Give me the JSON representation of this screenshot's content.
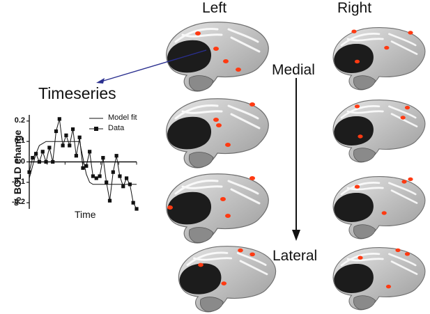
{
  "labels": {
    "left": "Left",
    "right": "Right",
    "medial": "Medial",
    "lateral": "Lateral",
    "timeseries": "Timeseries",
    "ylabel": "% BOLD change",
    "xlabel": "Time"
  },
  "legend": {
    "model_fit": "Model fit",
    "data": "Data"
  },
  "colors": {
    "arrow": "#2a2f8f",
    "activation": "#ff3a12",
    "brain_dark": "#1c1c1c",
    "brain_light": "#d8d8d8"
  },
  "chart_data": {
    "type": "line",
    "title": "Timeseries",
    "xlabel": "Time",
    "ylabel": "% BOLD change",
    "ylim": [
      -0.22,
      0.22
    ],
    "yticks": [
      "0.2",
      "0.1",
      "0.0",
      "-0.1",
      "-0.2"
    ],
    "ytick_values": [
      0.2,
      0.1,
      0.0,
      -0.1,
      -0.2
    ],
    "series": [
      {
        "name": "Data",
        "values": [
          -0.05,
          0.02,
          0.04,
          0.0,
          0.05,
          0.0,
          0.07,
          0.0,
          0.15,
          0.21,
          0.08,
          0.13,
          0.08,
          0.16,
          0.03,
          0.12,
          -0.03,
          -0.02,
          0.05,
          -0.07,
          -0.08,
          -0.07,
          0.02,
          -0.1,
          -0.19,
          -0.05,
          0.03,
          -0.07,
          -0.12,
          -0.08,
          -0.11,
          -0.2,
          -0.23
        ]
      },
      {
        "name": "Model fit",
        "values": [
          -0.08,
          -0.02,
          0.04,
          0.08,
          0.09,
          0.1,
          0.1,
          0.1,
          0.1,
          0.1,
          0.1,
          0.1,
          0.1,
          0.1,
          0.1,
          0.1,
          0.02,
          -0.06,
          -0.1,
          -0.11,
          -0.11,
          -0.11,
          -0.11,
          -0.11,
          -0.11,
          -0.11,
          -0.11,
          -0.11,
          -0.11,
          -0.11,
          -0.11,
          -0.11,
          -0.11
        ]
      }
    ]
  }
}
